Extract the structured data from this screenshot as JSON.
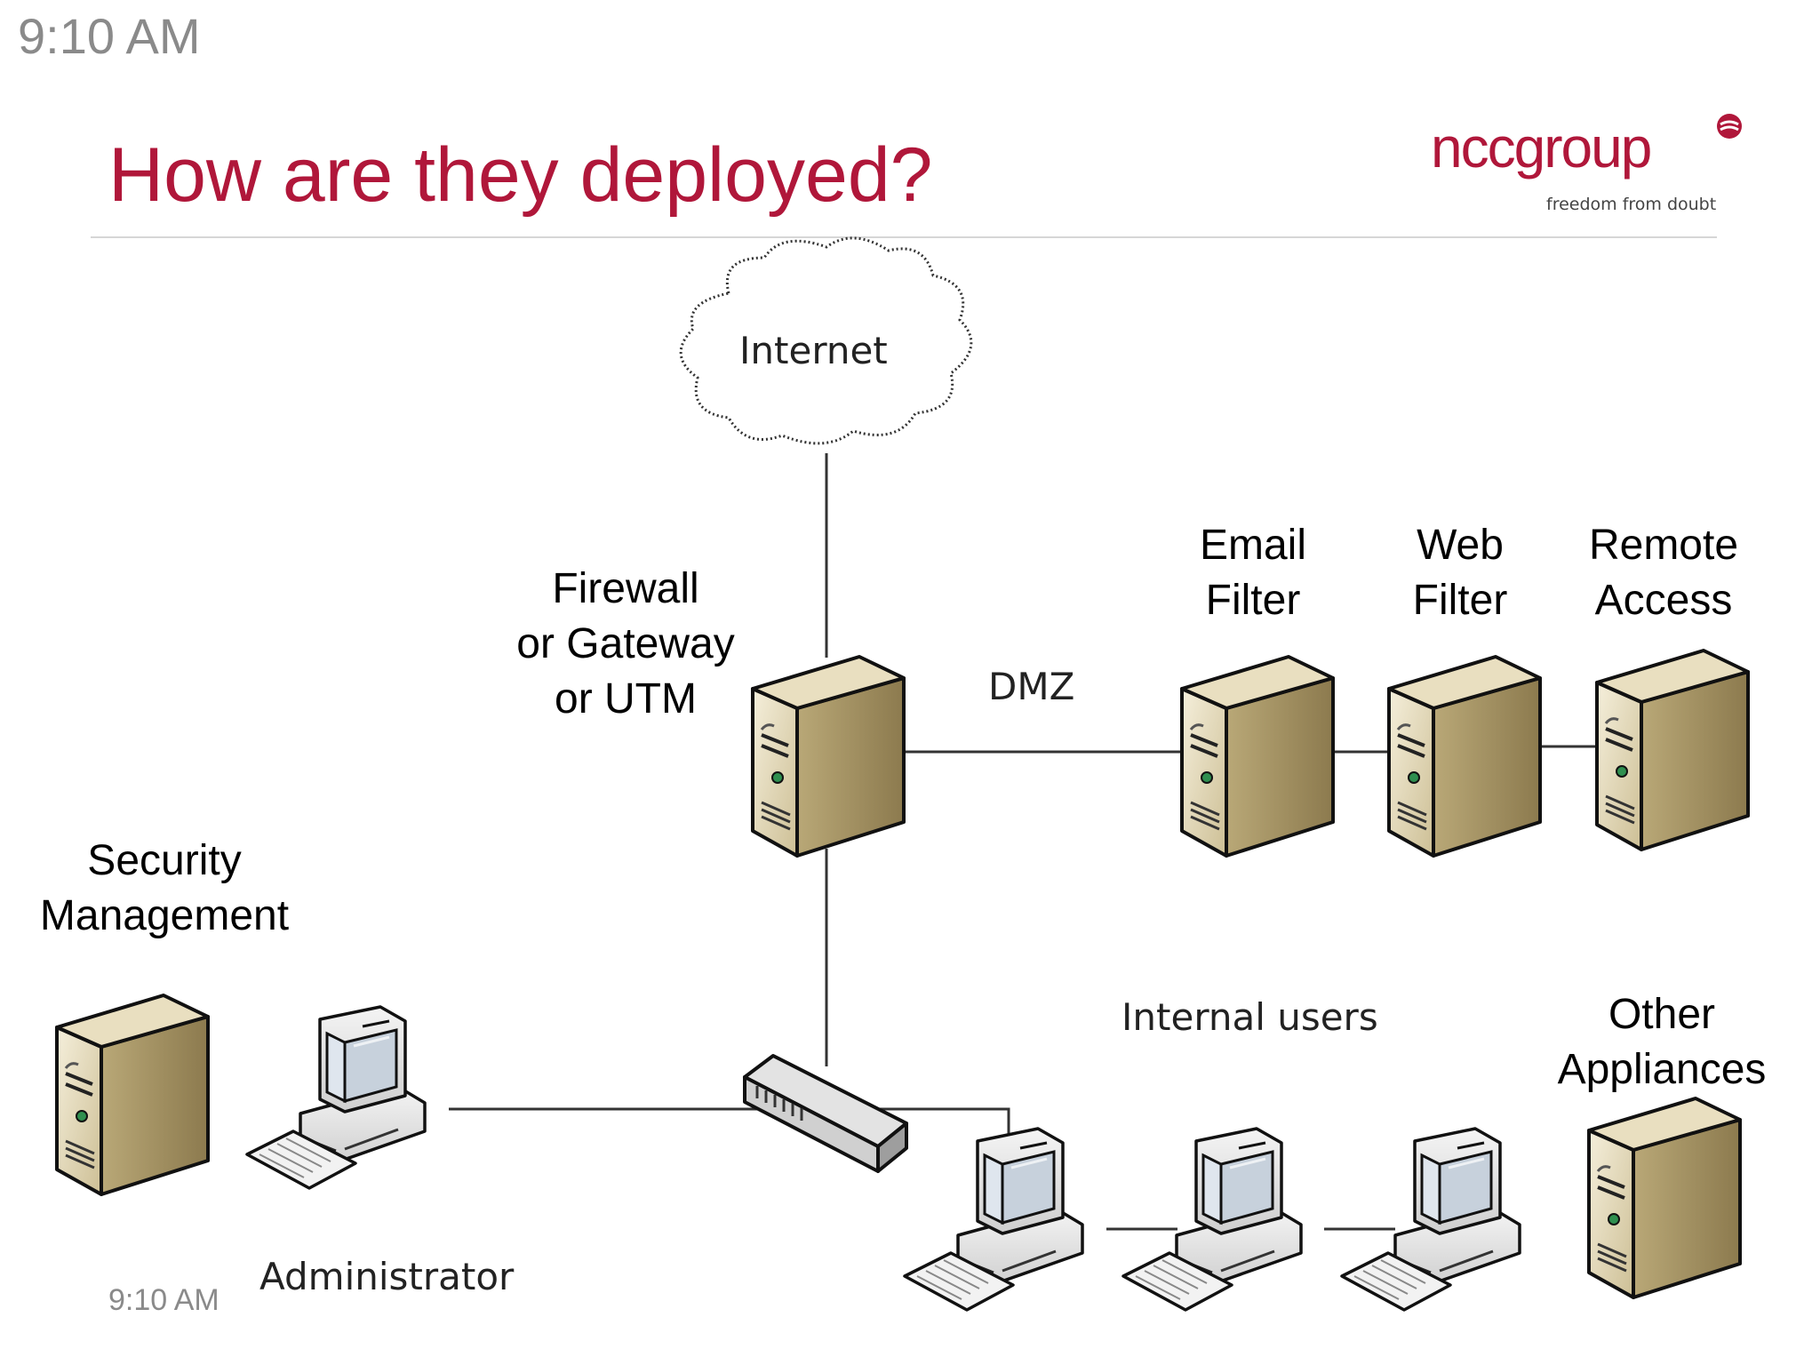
{
  "time": {
    "top": "9:10 AM",
    "bottom": "9:10 AM"
  },
  "slide": {
    "title": "How are they deployed?"
  },
  "logo": {
    "wordmark": "nccgroup",
    "tagline": "freedom from doubt",
    "brand_color": "#b0173a"
  },
  "diagram": {
    "cloud": "Internet",
    "nodes": {
      "firewall": "Firewall\nor Gateway\nor UTM",
      "email_filter": "Email\nFilter",
      "web_filter": "Web\nFilter",
      "remote_access": "Remote\nAccess",
      "security_management": "Security\nManagement",
      "other_appliances": "Other\nAppliances",
      "administrator": "Administrator",
      "internal_users": "Internal users",
      "dmz": "DMZ"
    }
  },
  "colors": {
    "server_face": "#e6dcc0",
    "server_side": "#a8966a",
    "line": "#333333"
  }
}
